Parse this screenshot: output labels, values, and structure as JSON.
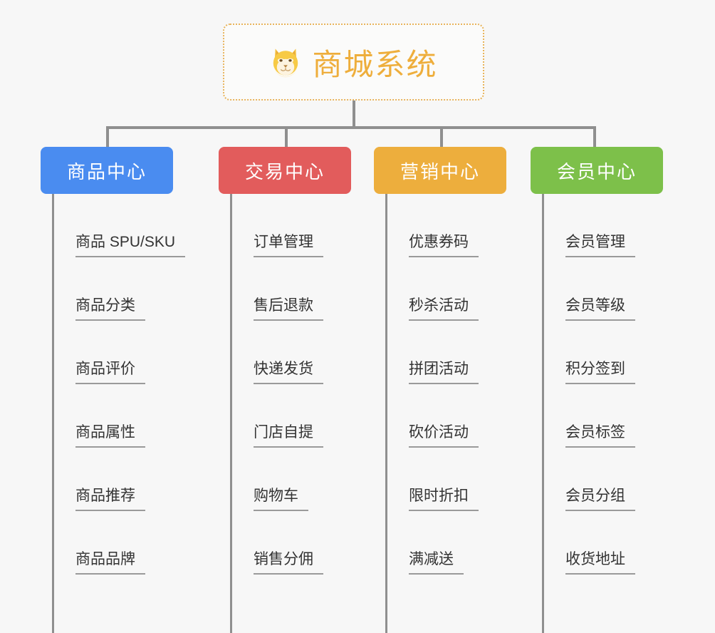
{
  "root": {
    "title": "商城系统",
    "icon": "shiba-dog-face-icon",
    "border_color": "#e8b45c",
    "text_color": "#eeae3c",
    "background": "#fbfbfa"
  },
  "canvas": {
    "background": "#f7f7f7",
    "connector_color": "#8f8f8f"
  },
  "branches": [
    {
      "title": "商品中心",
      "color": "#4a8cf0",
      "items": [
        "商品 SPU/SKU",
        "商品分类",
        "商品评价",
        "商品属性",
        "商品推荐",
        "商品品牌"
      ]
    },
    {
      "title": "交易中心",
      "color": "#e25c5c",
      "items": [
        "订单管理",
        "售后退款",
        "快递发货",
        "门店自提",
        "购物车",
        "销售分佣"
      ]
    },
    {
      "title": "营销中心",
      "color": "#edae3d",
      "items": [
        "优惠券码",
        "秒杀活动",
        "拼团活动",
        "砍价活动",
        "限时折扣",
        "满减送"
      ]
    },
    {
      "title": "会员中心",
      "color": "#7dc04a",
      "items": [
        "会员管理",
        "会员等级",
        "积分签到",
        "会员标签",
        "会员分组",
        "收货地址"
      ]
    }
  ]
}
